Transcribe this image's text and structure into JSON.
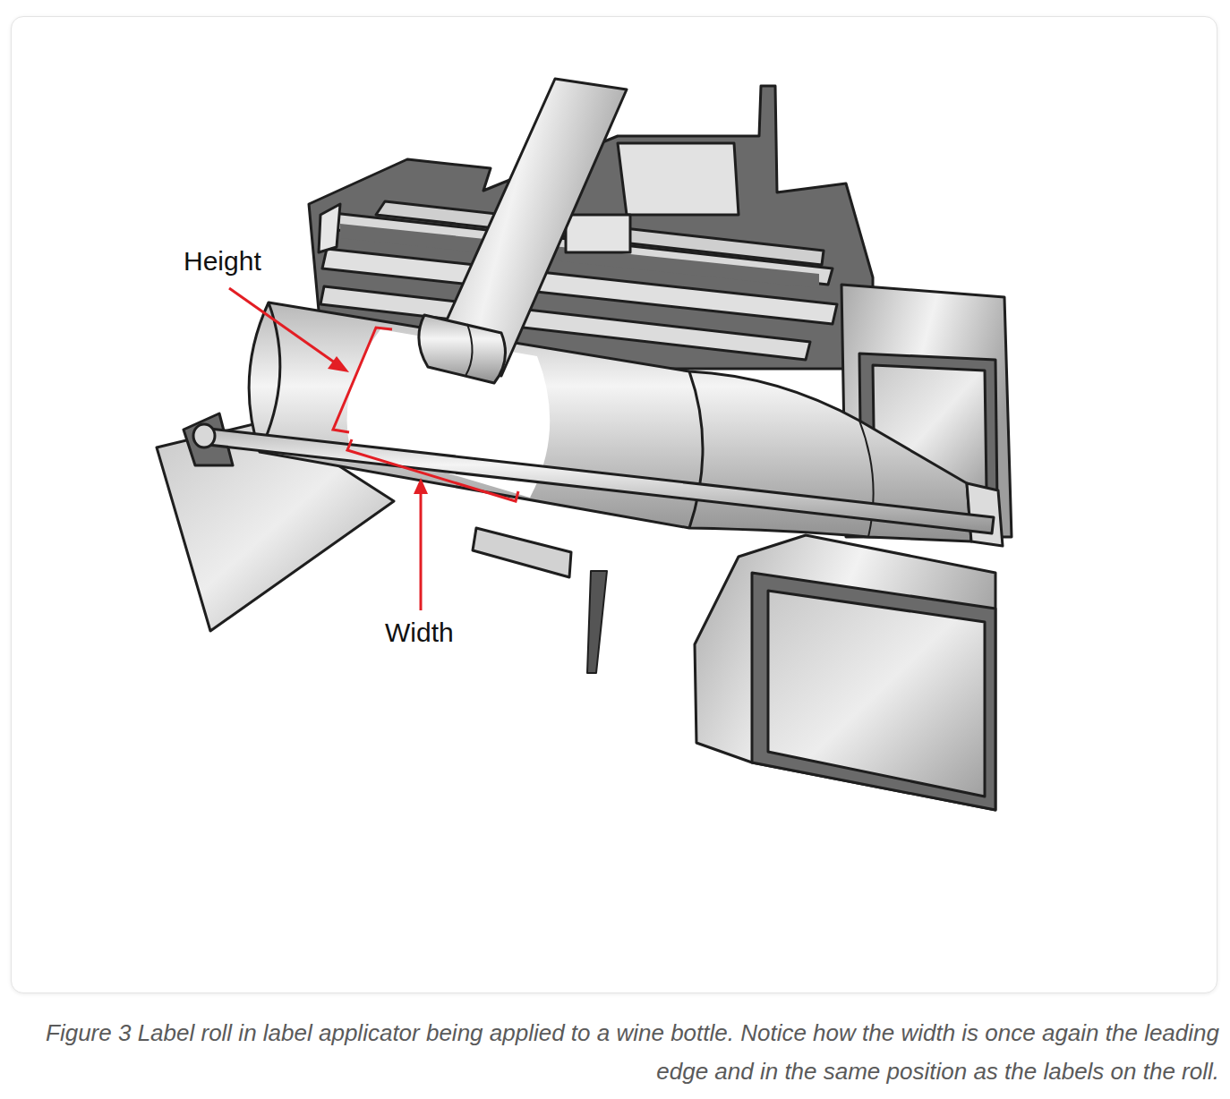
{
  "diagram": {
    "caption": "Figure 3 Label roll in label applicator being applied to a wine bottle. Notice how the width is once again the leading edge and in the same position as the labels on the roll.",
    "labels": [
      "Height",
      "Width"
    ]
  }
}
